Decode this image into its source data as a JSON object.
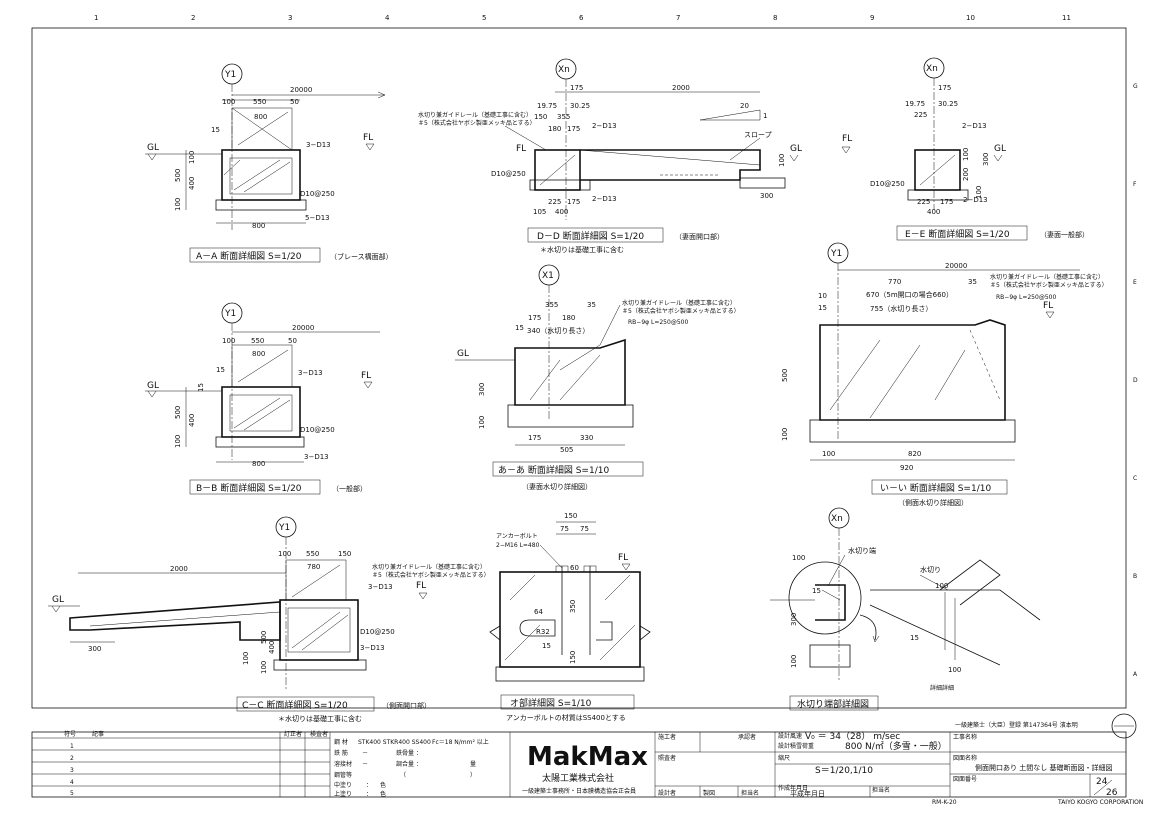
{
  "grid": {
    "top": [
      "1",
      "2",
      "3",
      "4",
      "5",
      "6",
      "7",
      "8",
      "9",
      "10",
      "11"
    ],
    "right": [
      "G",
      "F",
      "E",
      "D",
      "C",
      "B",
      "A"
    ]
  },
  "details": {
    "aa": {
      "axis": "Y1",
      "caption": "A－A 断面詳細図 S=1/20",
      "note": "（ブレース構面部）",
      "dims": [
        "20000",
        "100",
        "550",
        "50",
        "800",
        "15",
        "3−D13",
        "D10@250",
        "5−D13",
        "800",
        "500",
        "400",
        "100",
        "100",
        "GL",
        "FL"
      ]
    },
    "dd": {
      "axis": "Xn",
      "caption": "D－D 断面詳細図 S=1/20",
      "note": "（妻面開口部）",
      "sub": "＊水切りは基礎工事に含む",
      "callout": [
        "水切り兼ガイドレール（基礎工事に含む）",
        "＃5（株式会社ヤボシ製亜メッキ品とする）"
      ],
      "dims": [
        "175",
        "2000",
        "19.75",
        "30.25",
        "150",
        "355",
        "180",
        "175",
        "20",
        "1",
        "スロープ",
        "2−D13",
        "D10@250",
        "225",
        "175",
        "2−D13",
        "105",
        "400",
        "300",
        "100",
        "GL",
        "FL"
      ]
    },
    "ee": {
      "axis": "Xn",
      "caption": "E－E 断面詳細図 S=1/20",
      "note": "（妻面一般部）",
      "dims": [
        "175",
        "19.75",
        "30.25",
        "225",
        "2−D13",
        "D10@250",
        "225",
        "175",
        "2−D13",
        "400",
        "300",
        "200",
        "100",
        "100",
        "GL",
        "FL"
      ]
    },
    "bb": {
      "axis": "Y1",
      "caption": "B－B 断面詳細図 S=1/20",
      "note": "（一般部）",
      "dims": [
        "20000",
        "100",
        "550",
        "50",
        "800",
        "15",
        "3−D13",
        "D10@250",
        "3−D13",
        "800",
        "500",
        "400",
        "100",
        "15",
        "GL",
        "FL"
      ]
    },
    "aa2": {
      "axis": "X1",
      "caption": "あ－あ 断面詳細図 S=1/10",
      "note": "（妻面水切り詳細図）",
      "callout": [
        "水切り兼ガイドレール（基礎工事に含む）",
        "＃5（株式会社ヤボシ製亜メッキ品とする）",
        "RB−9φ L=250@500"
      ],
      "dims": [
        "355",
        "35",
        "175",
        "180",
        "15",
        "340（水切り長さ）",
        "300",
        "100",
        "175",
        "330",
        "505",
        "GL"
      ]
    },
    "ii": {
      "axis": "Y1",
      "caption": "い－い 断面詳細図 S=1/10",
      "note": "（側面水切り詳細図）",
      "callout": [
        "水切り兼ガイドレール（基礎工事に含む）",
        "＃5（株式会社ヤボシ製亜メッキ品とする）",
        "RB−9φ L=250@500"
      ],
      "dims": [
        "20000",
        "770",
        "35",
        "670（5m開口の場合660）",
        "755（水切り長さ）",
        "10",
        "15",
        "500",
        "100",
        "100",
        "820",
        "920",
        "FL"
      ]
    },
    "cc": {
      "axis": "Y1",
      "caption": "C－C 断面詳細図 S=1/20",
      "note": "（側面開口部）",
      "sub": "＊水切りは基礎工事に含む",
      "callout": [
        "水切り兼ガイドレール（基礎工事に含む）",
        "＃5（株式会社ヤボシ製亜メッキ品とする）"
      ],
      "dims": [
        "2000",
        "100",
        "550",
        "150",
        "780",
        "3−D13",
        "D10@250",
        "3−D13",
        "300",
        "100",
        "500",
        "400",
        "100",
        "GL",
        "FL"
      ]
    },
    "o": {
      "caption": "オ部詳細図 S=1/10",
      "sub": "アンカーボルトの材質はSS400とする",
      "dims": [
        "150",
        "75",
        "75",
        "アンカーボルト",
        "2−M16 L=480",
        "60",
        "64",
        "R32",
        "350",
        "150",
        "15",
        "FL"
      ]
    },
    "mz": {
      "axis": "Xn",
      "caption": "水切り端部詳細図",
      "dims": [
        "水切り端",
        "水切り",
        "100",
        "15",
        "300",
        "100",
        "100",
        "15",
        "100",
        "詳細詳細"
      ]
    }
  },
  "titleblock": {
    "rev_headers": [
      "符号",
      "記事",
      "訂正者",
      "検査者"
    ],
    "rev_rows": [
      "1",
      "2",
      "3",
      "4",
      "5"
    ],
    "spec": {
      "label_material": "鋼  材",
      "material": "STK400 STKR400 SS400",
      "label_fc": "Fc＝18 N/mm² 以上",
      "rows": [
        [
          "鉄  筋",
          "－",
          "鉄骨量",
          "："
        ],
        [
          "溶接材",
          "－",
          "調合量",
          "：",
          "量"
        ],
        [
          "鋼管等",
          "（",
          "）"
        ],
        [
          "中塗り",
          "：",
          "色"
        ],
        [
          "上塗り",
          "：",
          "色"
        ]
      ]
    },
    "company": {
      "logo": "MakMax",
      "name": "太陽工業株式会社",
      "sub": "一級建築士事務所・日本膜構造協会正会員"
    },
    "fields": {
      "client_label": "施工者",
      "scale_label": "縮尺",
      "scale_value": "S＝1/20,1/10",
      "wind_label": "設計風速",
      "wind_value": "V₀ ＝ 34（28） m/sec",
      "snow_label": "設計積雪荷重",
      "snow_value": "800 N/㎡（多雪・一般）",
      "date_label": "作成年月日",
      "date_value": "平成年月日",
      "project_label": "工事名称",
      "drawing_label": "図面名称",
      "drawing_value": "側面開口あり 土間なし 基礎断面図・詳細図",
      "number_label": "図面番号",
      "page": "24",
      "total": "26",
      "approver_label": "承認者",
      "checker_label": "照査者",
      "designer_label": "設計者",
      "drafter_label": "製図",
      "name_label": "担当名"
    },
    "architect": "一級建築士（大臣）登録 第147364号 濱本明",
    "form_id": "RM-K-20",
    "corp": "TAIYO KOGYO CORPORATION"
  }
}
